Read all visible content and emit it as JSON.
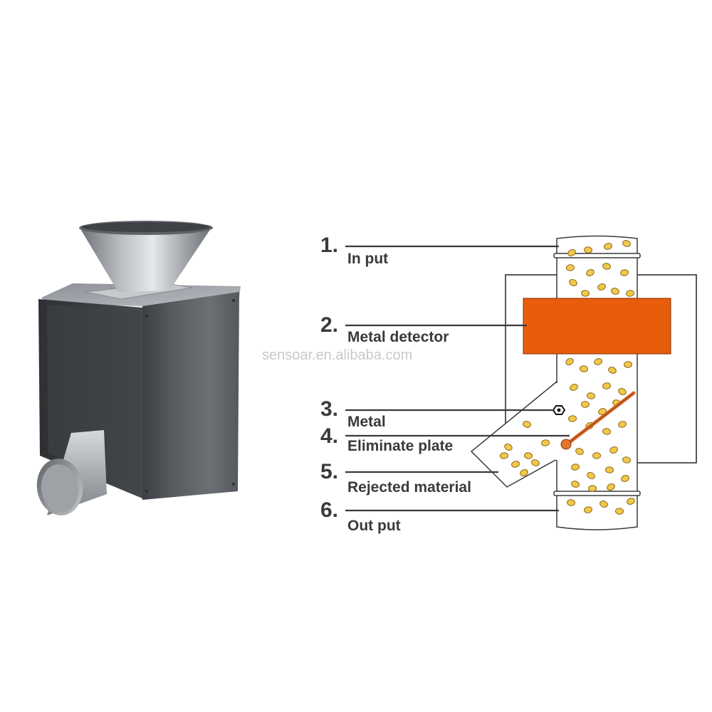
{
  "watermark": "sensoar.en.alibaba.com",
  "legend": [
    {
      "num": "1.",
      "label": "In put"
    },
    {
      "num": "2.",
      "label": "Metal detector"
    },
    {
      "num": "3.",
      "label": "Metal"
    },
    {
      "num": "4.",
      "label": "Eliminate plate"
    },
    {
      "num": "5.",
      "label": "Rejected material"
    },
    {
      "num": "6.",
      "label": "Out put"
    }
  ],
  "colors": {
    "detector": "#e85d0c",
    "plate": "#d86a28",
    "grain_fill": "#f2c84a",
    "grain_stroke": "#8a6a1a",
    "text": "#3a3a3a",
    "machine_body": "#4a4d52"
  }
}
